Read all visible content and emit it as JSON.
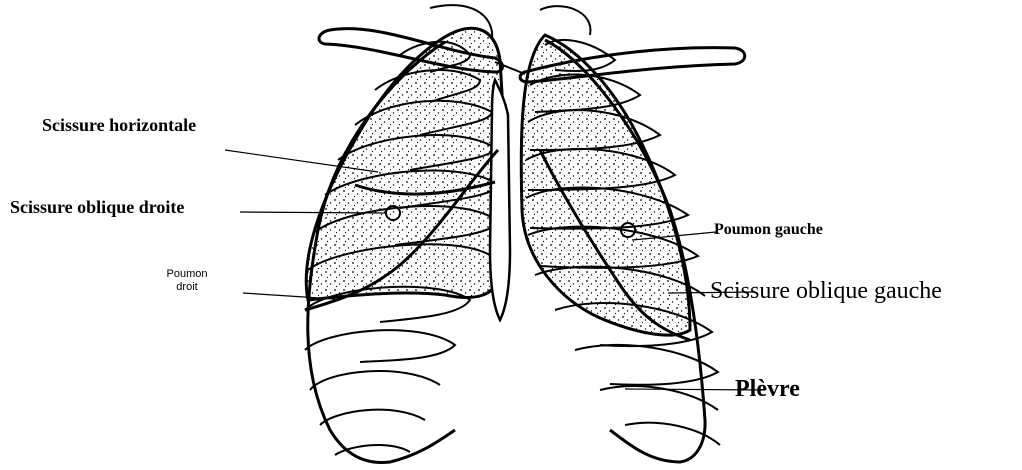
{
  "labels": {
    "scissure_horizontale": "Scissure horizontale",
    "scissure_oblique_droite": "Scissure oblique droite",
    "poumon_droit_line1": "Poumon",
    "poumon_droit_line2": "droit",
    "poumon_gauche": "Poumon gauche",
    "scissure_oblique_gauche": "Scissure oblique gauche",
    "plevre": "Plèvre"
  },
  "colors": {
    "ink": "#000000",
    "background": "#ffffff"
  }
}
